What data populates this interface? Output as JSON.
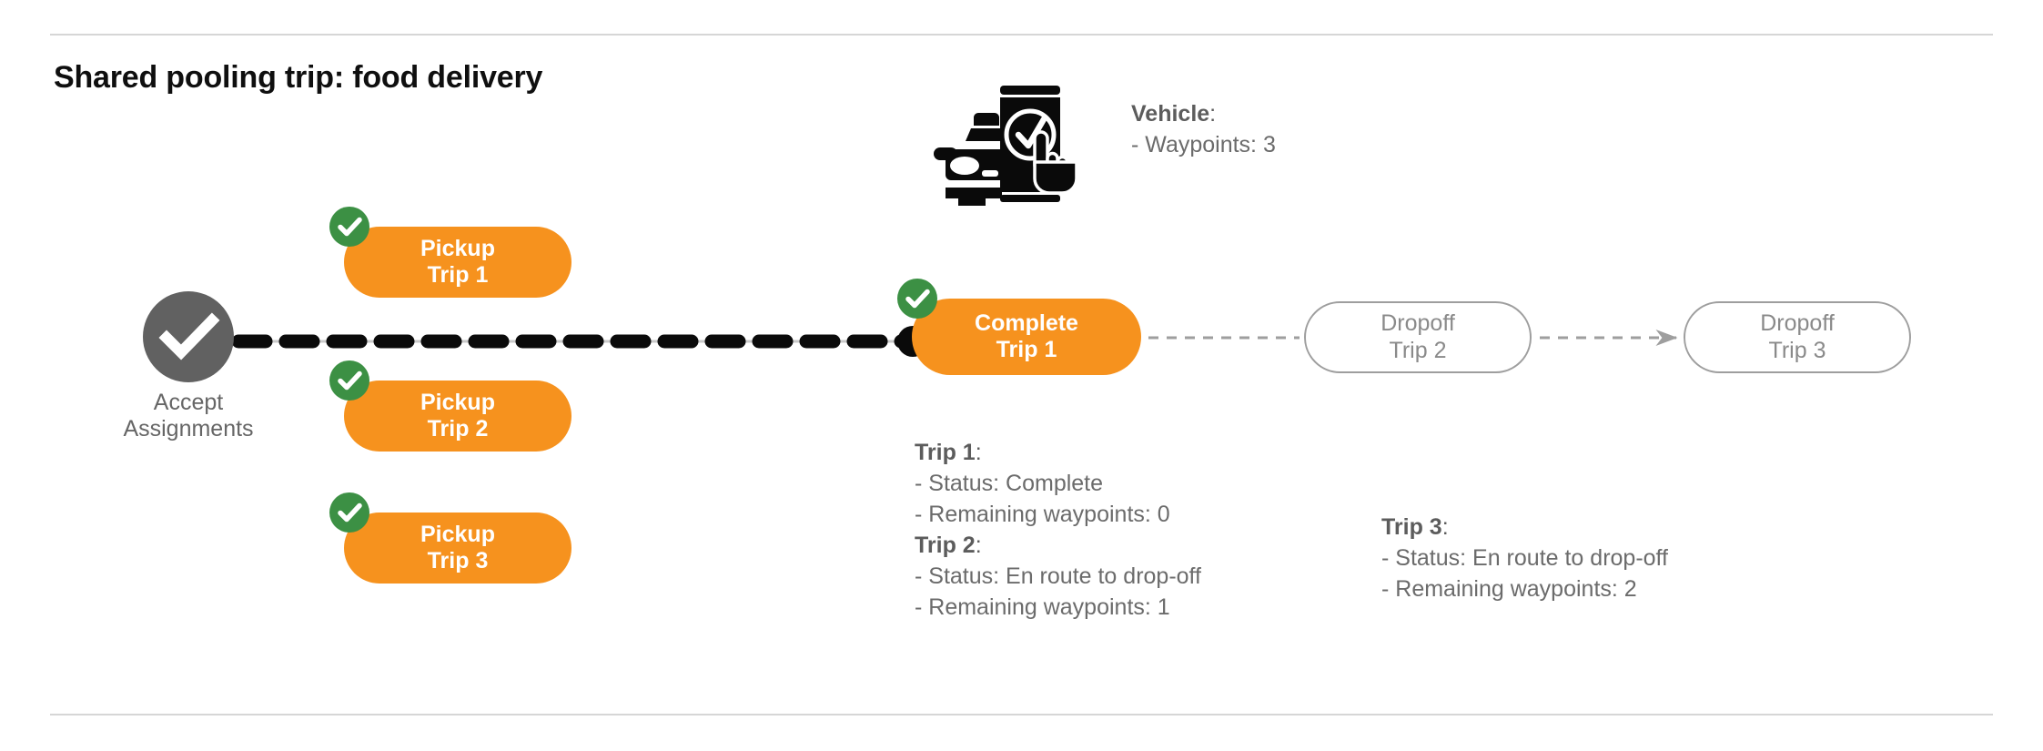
{
  "page": {
    "title": "Shared pooling trip: food delivery"
  },
  "colors": {
    "orange": "#F6921E",
    "green": "#3C9044",
    "gray_node": "#616161",
    "gray_outline": "#9e9e9e",
    "gray_text": "#6b6b6b",
    "rule": "#d6d6d6"
  },
  "start_node": {
    "name": "accept-assignments",
    "icon": "check-circle-icon",
    "label_line1": "Accept",
    "label_line2": "Assignments"
  },
  "pickup_nodes": [
    {
      "id": "pickup-trip-1",
      "line1": "Pickup",
      "line2": "Trip 1",
      "badge": "check-badge-icon",
      "state": "complete"
    },
    {
      "id": "pickup-trip-2",
      "line1": "Pickup",
      "line2": "Trip 2",
      "badge": "check-badge-icon",
      "state": "complete"
    },
    {
      "id": "pickup-trip-3",
      "line1": "Pickup",
      "line2": "Trip 3",
      "badge": "check-badge-icon",
      "state": "complete"
    }
  ],
  "route_nodes": [
    {
      "id": "complete-trip-1",
      "line1": "Complete",
      "line2": "Trip 1",
      "badge": "check-badge-icon",
      "state": "complete"
    },
    {
      "id": "dropoff-trip-2",
      "line1": "Dropoff",
      "line2": "Trip 2",
      "badge": null,
      "state": "pending"
    },
    {
      "id": "dropoff-trip-3",
      "line1": "Dropoff",
      "line2": "Trip 3",
      "badge": null,
      "state": "pending"
    }
  ],
  "vehicle": {
    "icon": "car-phone-check-icon",
    "heading": "Vehicle",
    "heading_colon": ":",
    "rows": [
      "- Waypoints: 3"
    ]
  },
  "trip_info_left": [
    {
      "heading": "Trip 1",
      "heading_colon": ":",
      "rows": [
        "- Status:  Complete",
        "- Remaining waypoints: 0"
      ]
    },
    {
      "heading": "Trip 2",
      "heading_colon": ":",
      "rows": [
        "- Status:  En route to drop-off",
        "- Remaining waypoints: 1"
      ]
    }
  ],
  "trip_info_right": [
    {
      "heading": "Trip 3",
      "heading_colon": ":",
      "rows": [
        "- Status:  En route to drop-off",
        "- Remaining waypoints: 2"
      ]
    }
  ]
}
